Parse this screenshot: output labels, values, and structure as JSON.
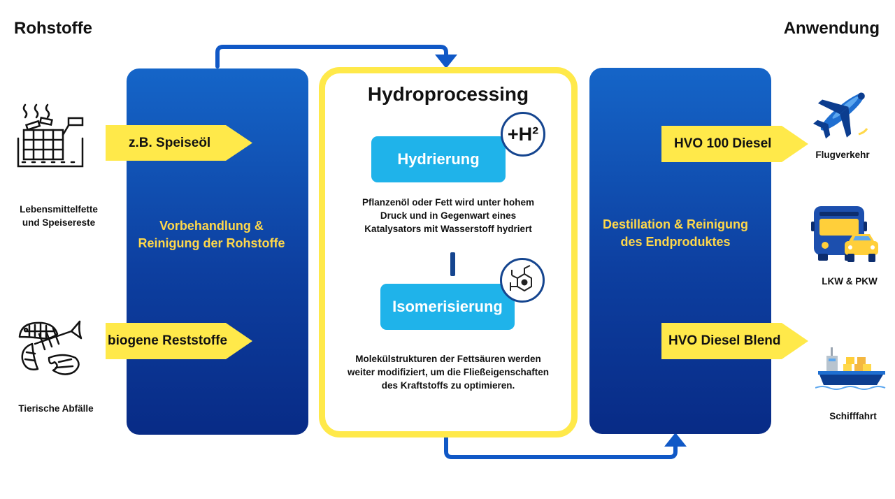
{
  "headings": {
    "left": "Rohstoffe",
    "right": "Anwendung"
  },
  "feedstocks": [
    {
      "label_line1": "Lebensmittelfette",
      "label_line2": "und Speisereste",
      "arrow": "z.B. Speiseöl",
      "icon": "fryer-icon"
    },
    {
      "label_line1": "Tierische Abfälle",
      "arrow": "biogene Reststoffe",
      "icon": "fish-bone-icon"
    }
  ],
  "pretreatment": {
    "line1": "Vorbehandlung &",
    "line2": "Reinigung der Rohstoffe"
  },
  "hydro": {
    "title": "Hydroprocessing",
    "h2_badge": "+H²",
    "step1": "Hydrierung",
    "step1_desc": [
      "Pflanzenöl oder Fett wird unter hohem",
      "Druck und in Gegenwart eines",
      "Katalysators mit Wasserstoff hydriert"
    ],
    "step2": "Isomerisierung",
    "step2_desc": [
      "Molekülstrukturen der Fettsäuren werden",
      "weiter modifiziert, um die Fließeigenschaften",
      "des Kraftstoffs zu optimieren."
    ]
  },
  "distillation": {
    "line1": "Destillation & Reinigung",
    "line2": "des Endproduktes"
  },
  "products": [
    {
      "arrow": "HVO 100 Diesel"
    },
    {
      "arrow": "HVO Diesel Blend"
    }
  ],
  "applications": [
    {
      "label": "Flugverkehr",
      "icon": "airplane-icon"
    },
    {
      "label": "LKW & PKW",
      "icon": "bus-car-icon"
    },
    {
      "label": "Schifffahrt",
      "icon": "ship-icon"
    }
  ],
  "colors": {
    "blue": "#1565c8",
    "dark_blue": "#082b86",
    "yellow": "#ffe94a",
    "cyan": "#1fb3ea"
  }
}
